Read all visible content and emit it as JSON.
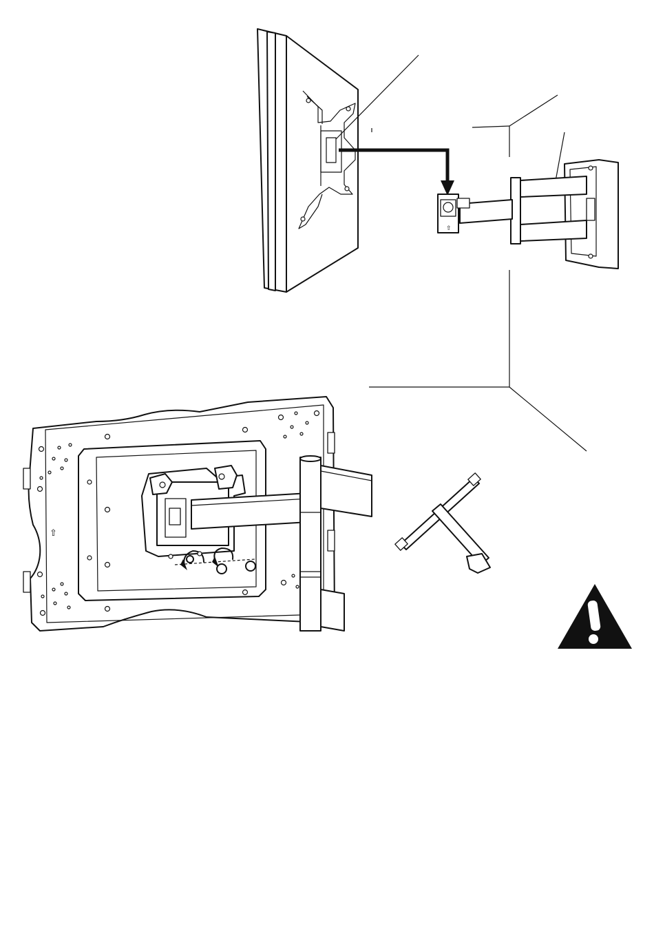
{
  "figure": {
    "background_color": "#ffffff",
    "line_color": "#111111",
    "icons": [
      "tv-panel-illustration",
      "wall-corner-illustration",
      "mount-arm-illustration",
      "hex-key-wrench-icon",
      "warning-icon"
    ],
    "warning_icon_glyph": "!"
  }
}
